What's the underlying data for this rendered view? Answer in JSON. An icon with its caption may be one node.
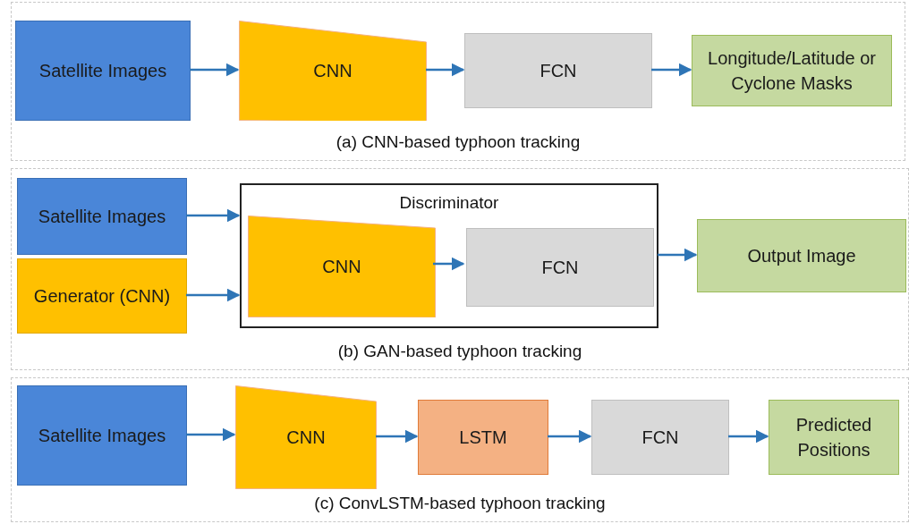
{
  "diagram": {
    "nodes": [
      {
        "text": [
          "(a) CNN-based typhoon tracking"
        ]
      },
      {
        "text": [
          "Satellite Images"
        ],
        "in": 0
      },
      {
        "text": [
          "CNN"
        ],
        "in": 0
      },
      {
        "text": [
          "FCN"
        ],
        "in": 0
      },
      {
        "text": [
          "Longitude/Latitude or Cyclone Masks"
        ],
        "in": 0
      },
      {
        "text": [
          "(b) GAN-based typhoon tracking"
        ]
      },
      {
        "text": [
          "Satellite Images"
        ],
        "in": 5
      },
      {
        "text": [
          "Generator (CNN)"
        ],
        "in": 5
      },
      {
        "text": [
          "Discriminator"
        ],
        "in": 5
      },
      {
        "text": [
          "CNN"
        ],
        "in": 8
      },
      {
        "text": [
          "FCN"
        ],
        "in": 8
      },
      {
        "text": [
          "Output Image"
        ],
        "in": 5
      },
      {
        "text": [
          "(c) ConvLSTM-based typhoon tracking"
        ]
      },
      {
        "text": [
          "Satellite Images"
        ],
        "in": 12
      },
      {
        "text": [
          "CNN"
        ],
        "in": 12
      },
      {
        "text": [
          "LSTM"
        ],
        "in": 12
      },
      {
        "text": [
          "FCN"
        ],
        "in": 12
      },
      {
        "text": [
          "Predicted Positions"
        ],
        "in": 12
      }
    ],
    "edges": [
      {
        "from": 1,
        "to": 2,
        "arrow": "to"
      },
      {
        "from": 2,
        "to": 3,
        "arrow": "to"
      },
      {
        "from": 3,
        "to": 4,
        "arrow": "to"
      },
      {
        "from": 6,
        "to": 8,
        "arrow": "to"
      },
      {
        "from": 7,
        "to": 8,
        "arrow": "to"
      },
      {
        "from": 9,
        "to": 10,
        "arrow": "to"
      },
      {
        "from": 8,
        "to": 11,
        "arrow": "to"
      },
      {
        "from": 13,
        "to": 14,
        "arrow": "to"
      },
      {
        "from": 14,
        "to": 15,
        "arrow": "to"
      },
      {
        "from": 15,
        "to": 16,
        "arrow": "to"
      },
      {
        "from": 16,
        "to": 17,
        "arrow": "to"
      }
    ]
  }
}
